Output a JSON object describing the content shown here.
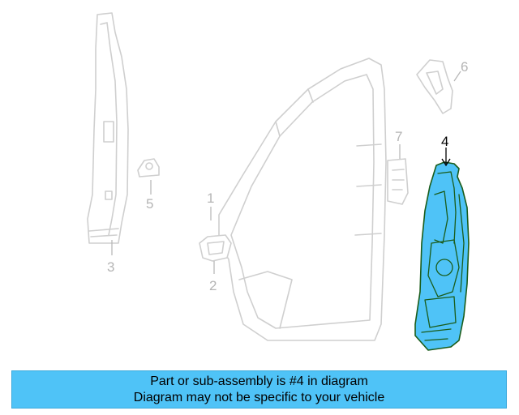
{
  "colors": {
    "highlight": "#4fc3f7",
    "banner_bg": "#4fc3f7",
    "ghost_stroke": "#cfcfcf",
    "outline": "#1a5c1a"
  },
  "diagram": {
    "callouts": [
      {
        "id": "1",
        "label": "1",
        "highlighted": false
      },
      {
        "id": "2",
        "label": "2",
        "highlighted": false
      },
      {
        "id": "3",
        "label": "3",
        "highlighted": false
      },
      {
        "id": "4",
        "label": "4",
        "highlighted": true
      },
      {
        "id": "5",
        "label": "5",
        "highlighted": false
      },
      {
        "id": "6",
        "label": "6",
        "highlighted": false
      },
      {
        "id": "7",
        "label": "7",
        "highlighted": false
      }
    ]
  },
  "banner": {
    "line1": "Part or sub-assembly is #4 in diagram",
    "line2": "Diagram may not be specific to your vehicle"
  }
}
